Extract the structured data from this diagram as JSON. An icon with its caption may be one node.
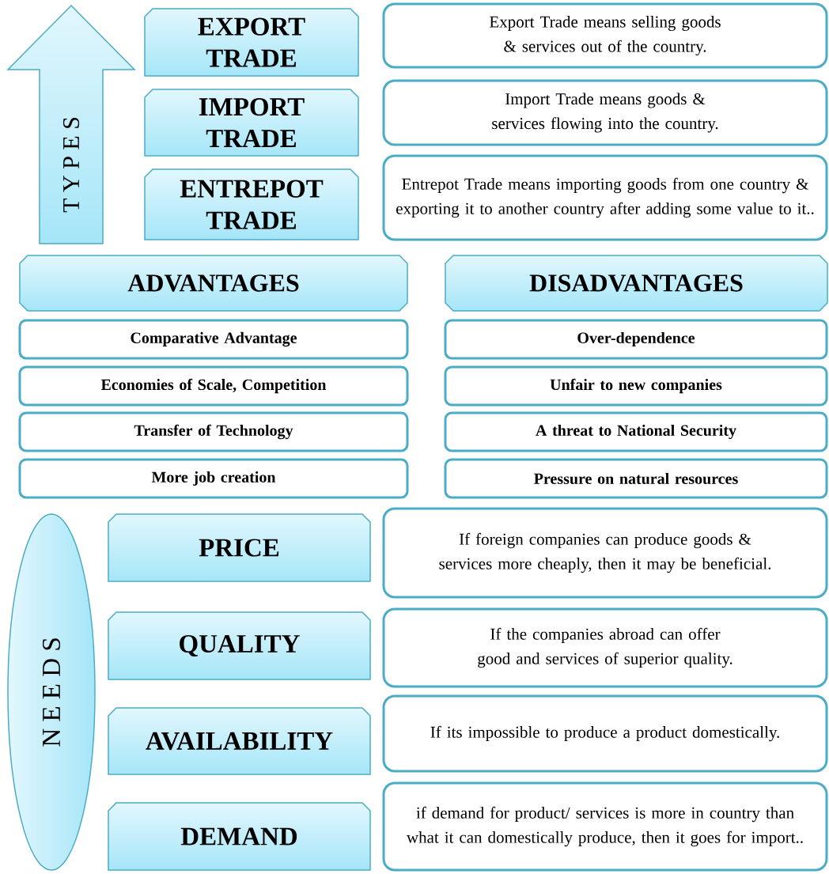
{
  "diagram": {
    "nodes": [
      {
        "text": [
          "T Y P E S"
        ]
      },
      {
        "text": [
          "EXPORT TRADE"
        ]
      },
      {
        "text": [
          "Export Trade means selling goods & services out of the country."
        ]
      },
      {
        "text": [
          "IMPORT TRADE"
        ]
      },
      {
        "text": [
          "Import Trade means goods & services flowing into the country."
        ]
      },
      {
        "text": [
          "ENTREPOT TRADE"
        ]
      },
      {
        "text": [
          "Entrepot Trade means importing goods from one country & exporting it to another country after adding some value to it.."
        ]
      },
      {
        "text": [
          "ADVANTAGES"
        ]
      },
      {
        "text": [
          "DISADVANTAGES"
        ]
      },
      {
        "text": [
          "Comparative Advantage"
        ]
      },
      {
        "text": [
          "Over-dependence"
        ]
      },
      {
        "text": [
          "Economies of Scale, Competition"
        ]
      },
      {
        "text": [
          "Unfair to new companies"
        ]
      },
      {
        "text": [
          "Transfer of Technology"
        ]
      },
      {
        "text": [
          "A threat to National Security"
        ]
      },
      {
        "text": [
          "More job creation"
        ]
      },
      {
        "text": [
          "Pressure on natural resources"
        ]
      },
      {
        "text": [
          "N E E D S"
        ]
      },
      {
        "text": [
          "PRICE"
        ]
      },
      {
        "text": [
          "If foreign companies can produce goods & services more cheaply, then it may be beneficial."
        ]
      },
      {
        "text": [
          "QUALITY"
        ]
      },
      {
        "text": [
          "If the companies abroad can offer good and services of superior quality."
        ]
      },
      {
        "text": [
          "AVAILABILITY"
        ]
      },
      {
        "text": [
          "If its impossible to produce a product domestically."
        ]
      },
      {
        "text": [
          "DEMAND"
        ]
      },
      {
        "text": [
          "if demand for product/ services is more in country than what it can domestically produce, then it goes for import.."
        ]
      }
    ]
  }
}
